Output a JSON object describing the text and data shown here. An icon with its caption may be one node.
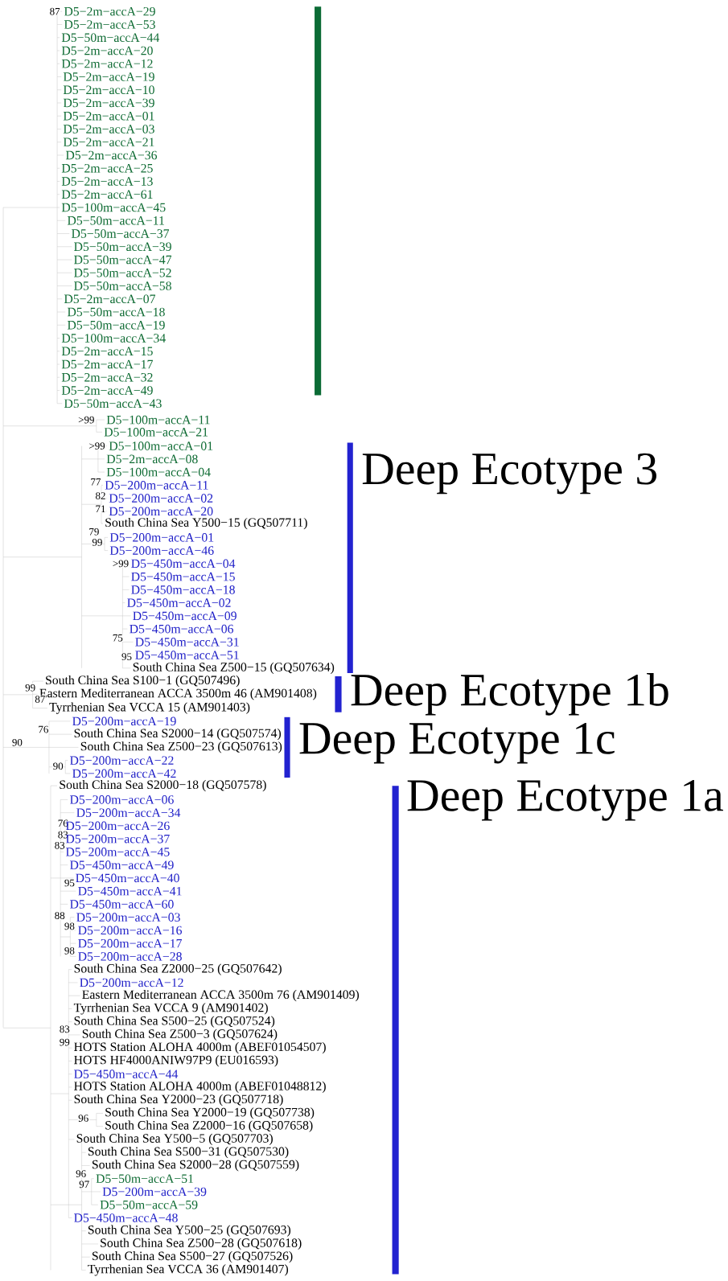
{
  "diagram": {
    "labels": [
      "87",
      "D5−2m−accA−29",
      "D5−2m−accA−53",
      "D5−50m−accA−44",
      "D5−2m−accA−20",
      "D5−2m−accA−12",
      "D5−2m−accA−19",
      "D5−2m−accA−10",
      "D5−2m−accA−39",
      "D5−2m−accA−01",
      "D5−2m−accA−03",
      "D5−2m−accA−21",
      "D5−2m−accA−36",
      "D5−2m−accA−25",
      "D5−2m−accA−13",
      "D5−2m−accA−61",
      "D5−100m−accA−45",
      "D5−50m−accA−11",
      "D5−50m−accA−37",
      "D5−50m−accA−39",
      "D5−50m−accA−47",
      "D5−50m−accA−52",
      "D5−50m−accA−58",
      "D5−2m−accA−07",
      "D5−50m−accA−18",
      "D5−50m−accA−19",
      "D5−100m−accA−34",
      "D5−2m−accA−15",
      "D5−2m−accA−17",
      "D5−2m−accA−32",
      "D5−2m−accA−49",
      "D5−50m−accA−43",
      ">99",
      "D5−100m−accA−11",
      "D5−100m−accA−21",
      ">99",
      "D5−100m−accA−01",
      "D5−2m−accA−08",
      "D5−100m−accA−04",
      "Deep Ecotype 3",
      "77",
      "D5−200m−accA−11",
      "82",
      "D5−200m−accA−02",
      "71",
      "D5−200m−accA−20",
      "South China Sea Y500−15 (GQ507711)",
      "79",
      "D5−200m−accA−01",
      "99",
      "D5−200m−accA−46",
      ">99",
      "D5−450m−accA−04",
      "D5−450m−accA−15",
      "D5−450m−accA−18",
      "D5−450m−accA−02",
      "D5−450m−accA−09",
      "D5−450m−accA−06",
      "75",
      "D5−450m−accA−31",
      "95",
      "D5−450m−accA−51",
      "South China Sea Z500−15 (GQ507634)",
      "South China Sea S100−1 (GQ507496)",
      "99",
      "Eastern Mediterranean ACCA 3500m 46 (AM901408)",
      "Deep Ecotype 1b",
      "87",
      "Tyrrhenian Sea VCCA 15 (AM901403)",
      "D5−200m−accA−19",
      "76",
      "South China Sea S2000−14 (GQ507574)",
      "90",
      "Deep Ecotype 1c",
      "South China Sea Z500−23 (GQ507613)",
      "D5−200m−accA−22",
      "90",
      "D5−200m−accA−42",
      "South China Sea S2000−18 (GQ507578)",
      "D5−200m−accA−06",
      "Deep Ecotype 1a",
      "D5−200m−accA−34",
      "76",
      "D5−200m−accA−26",
      "83",
      "D5−200m−accA−37",
      "83",
      "D5−200m−accA−45",
      "D5−450m−accA−49",
      "D5−450m−accA−40",
      "95",
      "D5−450m−accA−41",
      "D5−450m−accA−60",
      "88",
      "D5−200m−accA−03",
      "98",
      "D5−200m−accA−16",
      "D5−200m−accA−17",
      "98",
      "D5−200m−accA−28",
      "South China Sea Z2000−25 (GQ507642)",
      "D5−200m−accA−12",
      "Eastern Mediterranean ACCA 3500m 76 (AM901409)",
      "Tyrrhenian Sea VCCA 9 (AM901402)",
      "South China Sea S500−25 (GQ507524)",
      "83",
      "South China Sea Z500−3 (GQ507624)",
      "99",
      "HOTS Station ALOHA 4000m (ABEF01054507)",
      "HOTS HF4000ANIW97P9 (EU016593)",
      "D5−450m−accA−44",
      "HOTS Station ALOHA 4000m (ABEF01048812)",
      "South China Sea Y2000−23 (GQ507718)",
      "South China Sea Y2000−19 (GQ507738)",
      "96",
      "South China Sea Z2000−16 (GQ507658)",
      "South China Sea Y500−5 (GQ507703)",
      "South China Sea S500−31 (GQ507530)",
      "South China Sea S2000−28 (GQ507559)",
      "96",
      "D5−50m−accA−51",
      "97",
      "D5−200m−accA−39",
      "D5−50m−accA−59",
      "D5−450m−accA−48",
      "South China Sea Y500−25 (GQ507693)",
      "South China Sea Z500−28 (GQ507618)",
      "South China Sea S500−27 (GQ507526)",
      "Tyrrhenian Sea VCCA 36 (AM901407)"
    ]
  }
}
